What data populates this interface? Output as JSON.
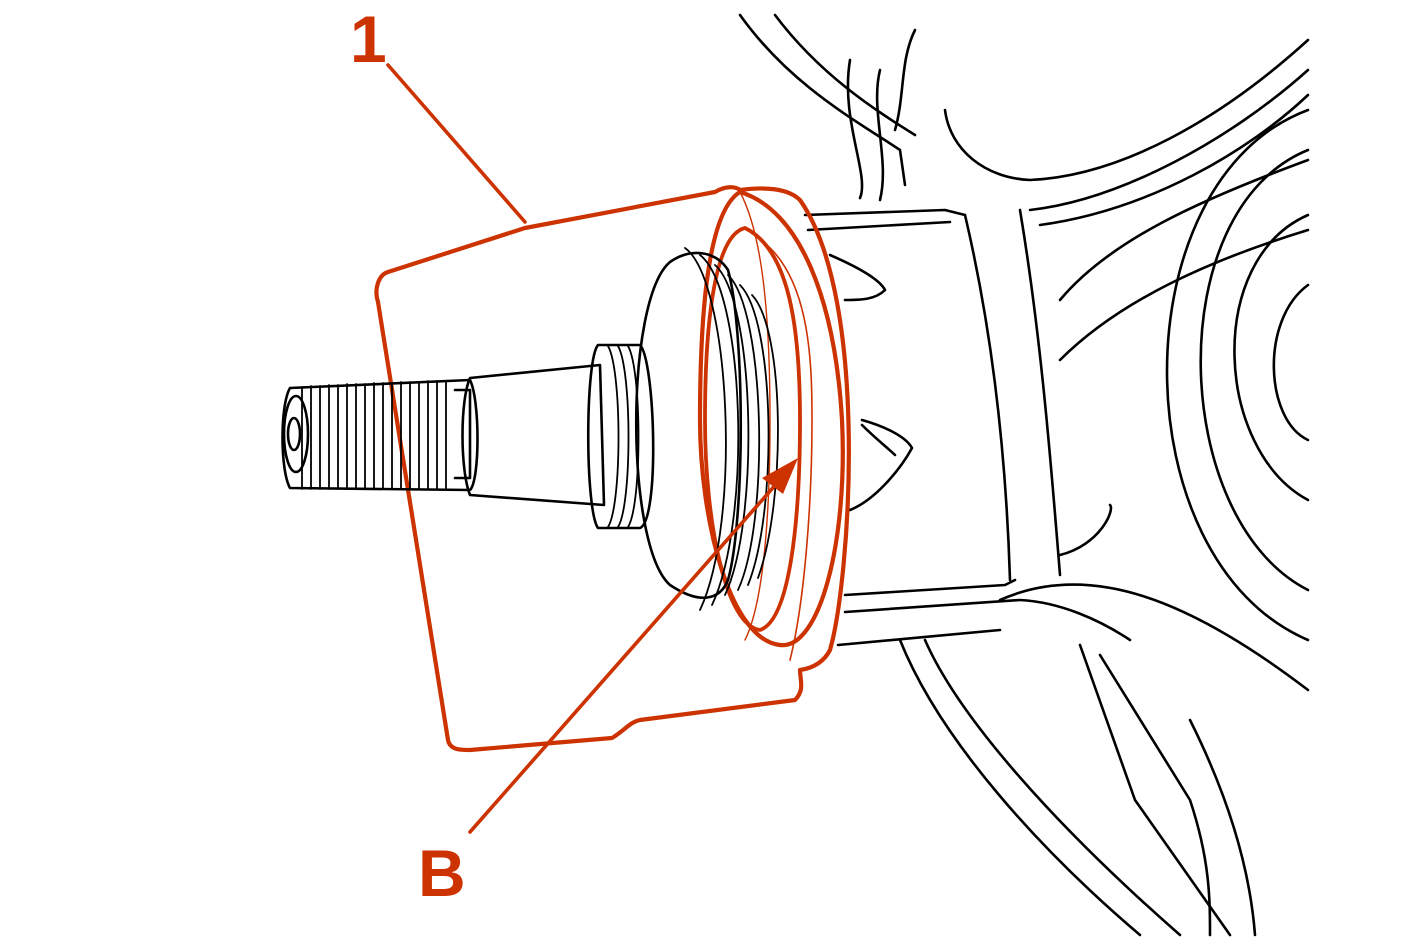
{
  "diagram": {
    "callouts": [
      {
        "id": "1",
        "label": "1"
      },
      {
        "id": "B",
        "label": "B"
      }
    ],
    "colors": {
      "accent": "#cc3300",
      "line": "#000000",
      "background": "#ffffff"
    }
  }
}
